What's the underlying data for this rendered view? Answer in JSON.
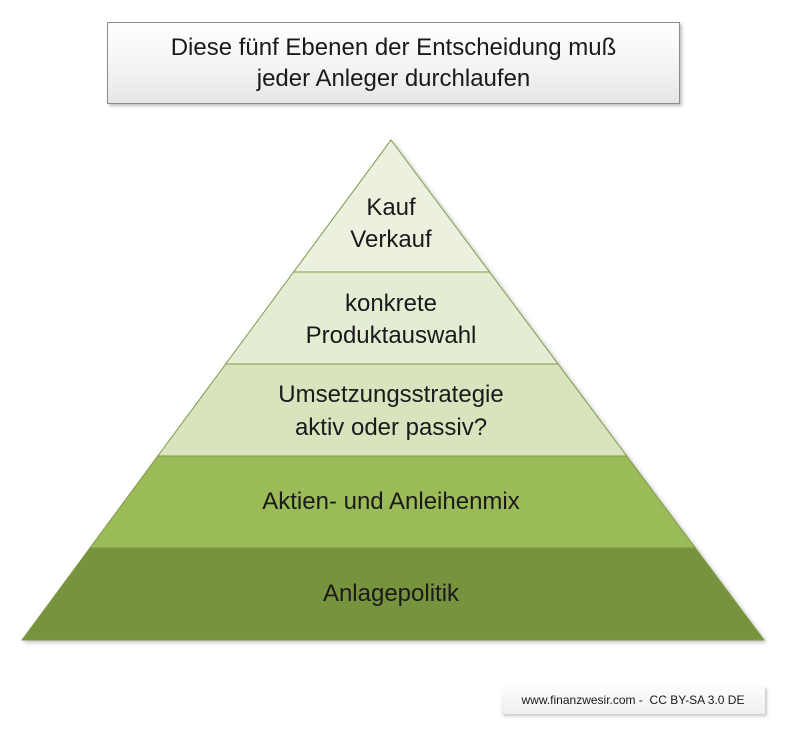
{
  "title": {
    "line1": "Diese fünf Ebenen der Entscheidung muß",
    "line2": "jeder Anleger durchlaufen"
  },
  "pyramid": {
    "levels": [
      {
        "lines": [
          "Kauf",
          "Verkauf"
        ],
        "color": "#ebf1de"
      },
      {
        "lines": [
          "konkrete",
          "Produktauswahl"
        ],
        "color": "#e4ecd4"
      },
      {
        "lines": [
          "Umsetzungsstrategie",
          "aktiv oder passiv?"
        ],
        "color": "#d7e4bd"
      },
      {
        "lines": [
          "Aktien- und Anleihenmix"
        ],
        "color": "#9bbb59"
      },
      {
        "lines": [
          "Anlagepolitik"
        ],
        "color": "#77933c"
      }
    ],
    "outline_color": "#7f9a4a"
  },
  "credit": {
    "site": "www.finanzwesir.com",
    "separator": " -  ",
    "license": "CC BY-SA 3.0 DE"
  }
}
